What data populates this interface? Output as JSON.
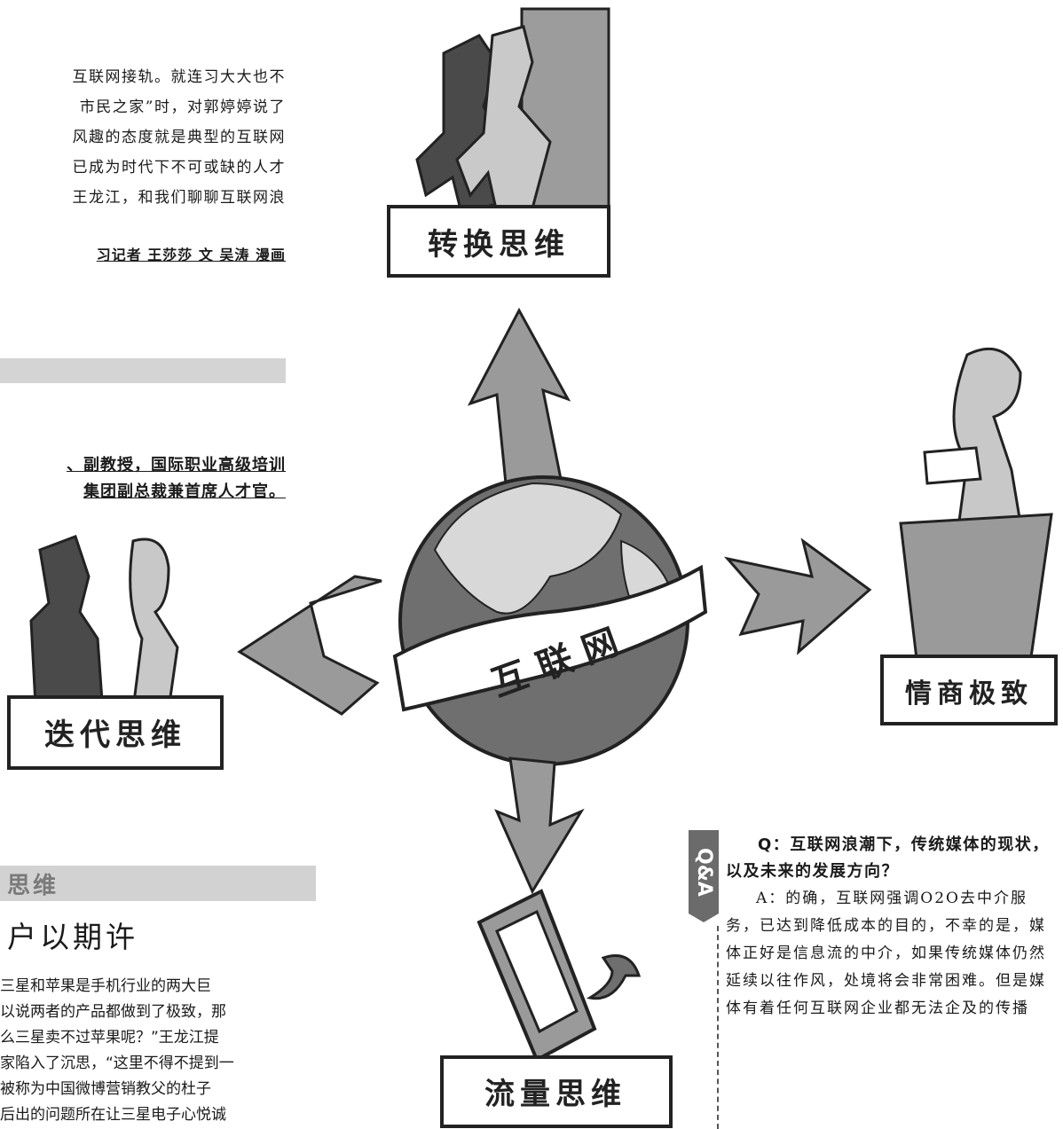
{
  "intro": {
    "lines": [
      "互联网接轨。就连习大大也不",
      "市民之家”时，对郭婷婷说了",
      "风趣的态度就是典型的互联网",
      "已成为时代下不可或缺的人才",
      "王龙江，和我们聊聊互联网浪"
    ]
  },
  "byline": "习记者  王莎莎  文  吴涛  漫画",
  "bio": {
    "line1": "、副教授，国际职业高级培训",
    "line2": "集团副总裁兼首席人才官。"
  },
  "section": {
    "title": "思维",
    "headline": "户以期许"
  },
  "body": {
    "lines": [
      "三星和苹果是手机行业的两大巨",
      "以说两者的产品都做到了极致，那",
      "么三星卖不过苹果呢？”王龙江提",
      "家陷入了沉思，“这里不得不提到一",
      "被称为中国微博营销教父的杜子",
      "后出的问题所在让三星电子心悦诚"
    ]
  },
  "cartoon": {
    "center_label": "互 联 网",
    "labels": {
      "top": "转换思维",
      "right": "情商极致",
      "left": "迭代思维",
      "bottom": "流量思维"
    },
    "colors": {
      "arrow": "#9a9a9a",
      "globe": "#6f6f6f",
      "land": "#d8d8d8",
      "outline": "#222222"
    }
  },
  "qa": {
    "tag": "Q&A",
    "question": "Q：互联网浪潮下，传统媒体的现状，以及未来的发展方向？",
    "answer": "A：的确，互联网强调O2O去中介服务，已达到降低成本的目的，不幸的是，媒体正好是信息流的中介，如果传统媒体仍然延续以往作风，处境将会非常困难。但是媒体有着任何互联网企业都无法企及的传播"
  }
}
